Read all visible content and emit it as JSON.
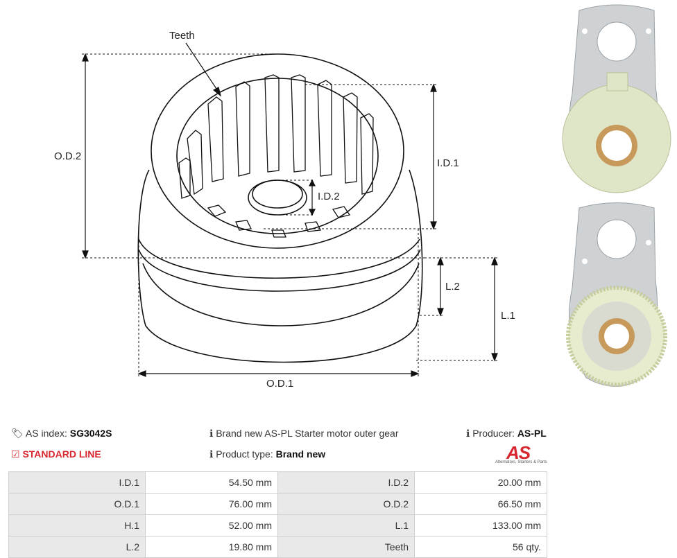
{
  "diagram": {
    "labels": {
      "teeth": "Teeth",
      "od2": "O.D.2",
      "id1": "I.D.1",
      "id2": "I.D.2",
      "l2": "L.2",
      "l1": "L.1",
      "od1": "O.D.1"
    }
  },
  "product": {
    "as_index_label": "AS index:",
    "as_index_value": "SG3042S",
    "line": "STANDARD LINE",
    "description": "Brand new AS-PL Starter motor outer gear",
    "type_label": "Product type:",
    "type_value": "Brand new",
    "producer_label": "Producer:",
    "producer_value": "AS-PL",
    "logo_text": "AS",
    "logo_tagline": "Alternators, Starters & Parts"
  },
  "icons": {
    "tags": "tags-icon",
    "check": "check-square-icon",
    "info": "info-circle-icon"
  },
  "colors": {
    "accent": "#d8262f",
    "label_bg": "#e9e9e9",
    "border": "#cfcfcf"
  },
  "specs": [
    {
      "l1": "I.D.1",
      "v1": "54.50 mm",
      "l2": "I.D.2",
      "v2": "20.00 mm"
    },
    {
      "l1": "O.D.1",
      "v1": "76.00 mm",
      "l2": "O.D.2",
      "v2": "66.50 mm"
    },
    {
      "l1": "H.1",
      "v1": "52.00 mm",
      "l2": "L.1",
      "v2": "133.00 mm"
    },
    {
      "l1": "L.2",
      "v1": "19.80 mm",
      "l2": "Teeth",
      "v2": "56 qty."
    }
  ]
}
